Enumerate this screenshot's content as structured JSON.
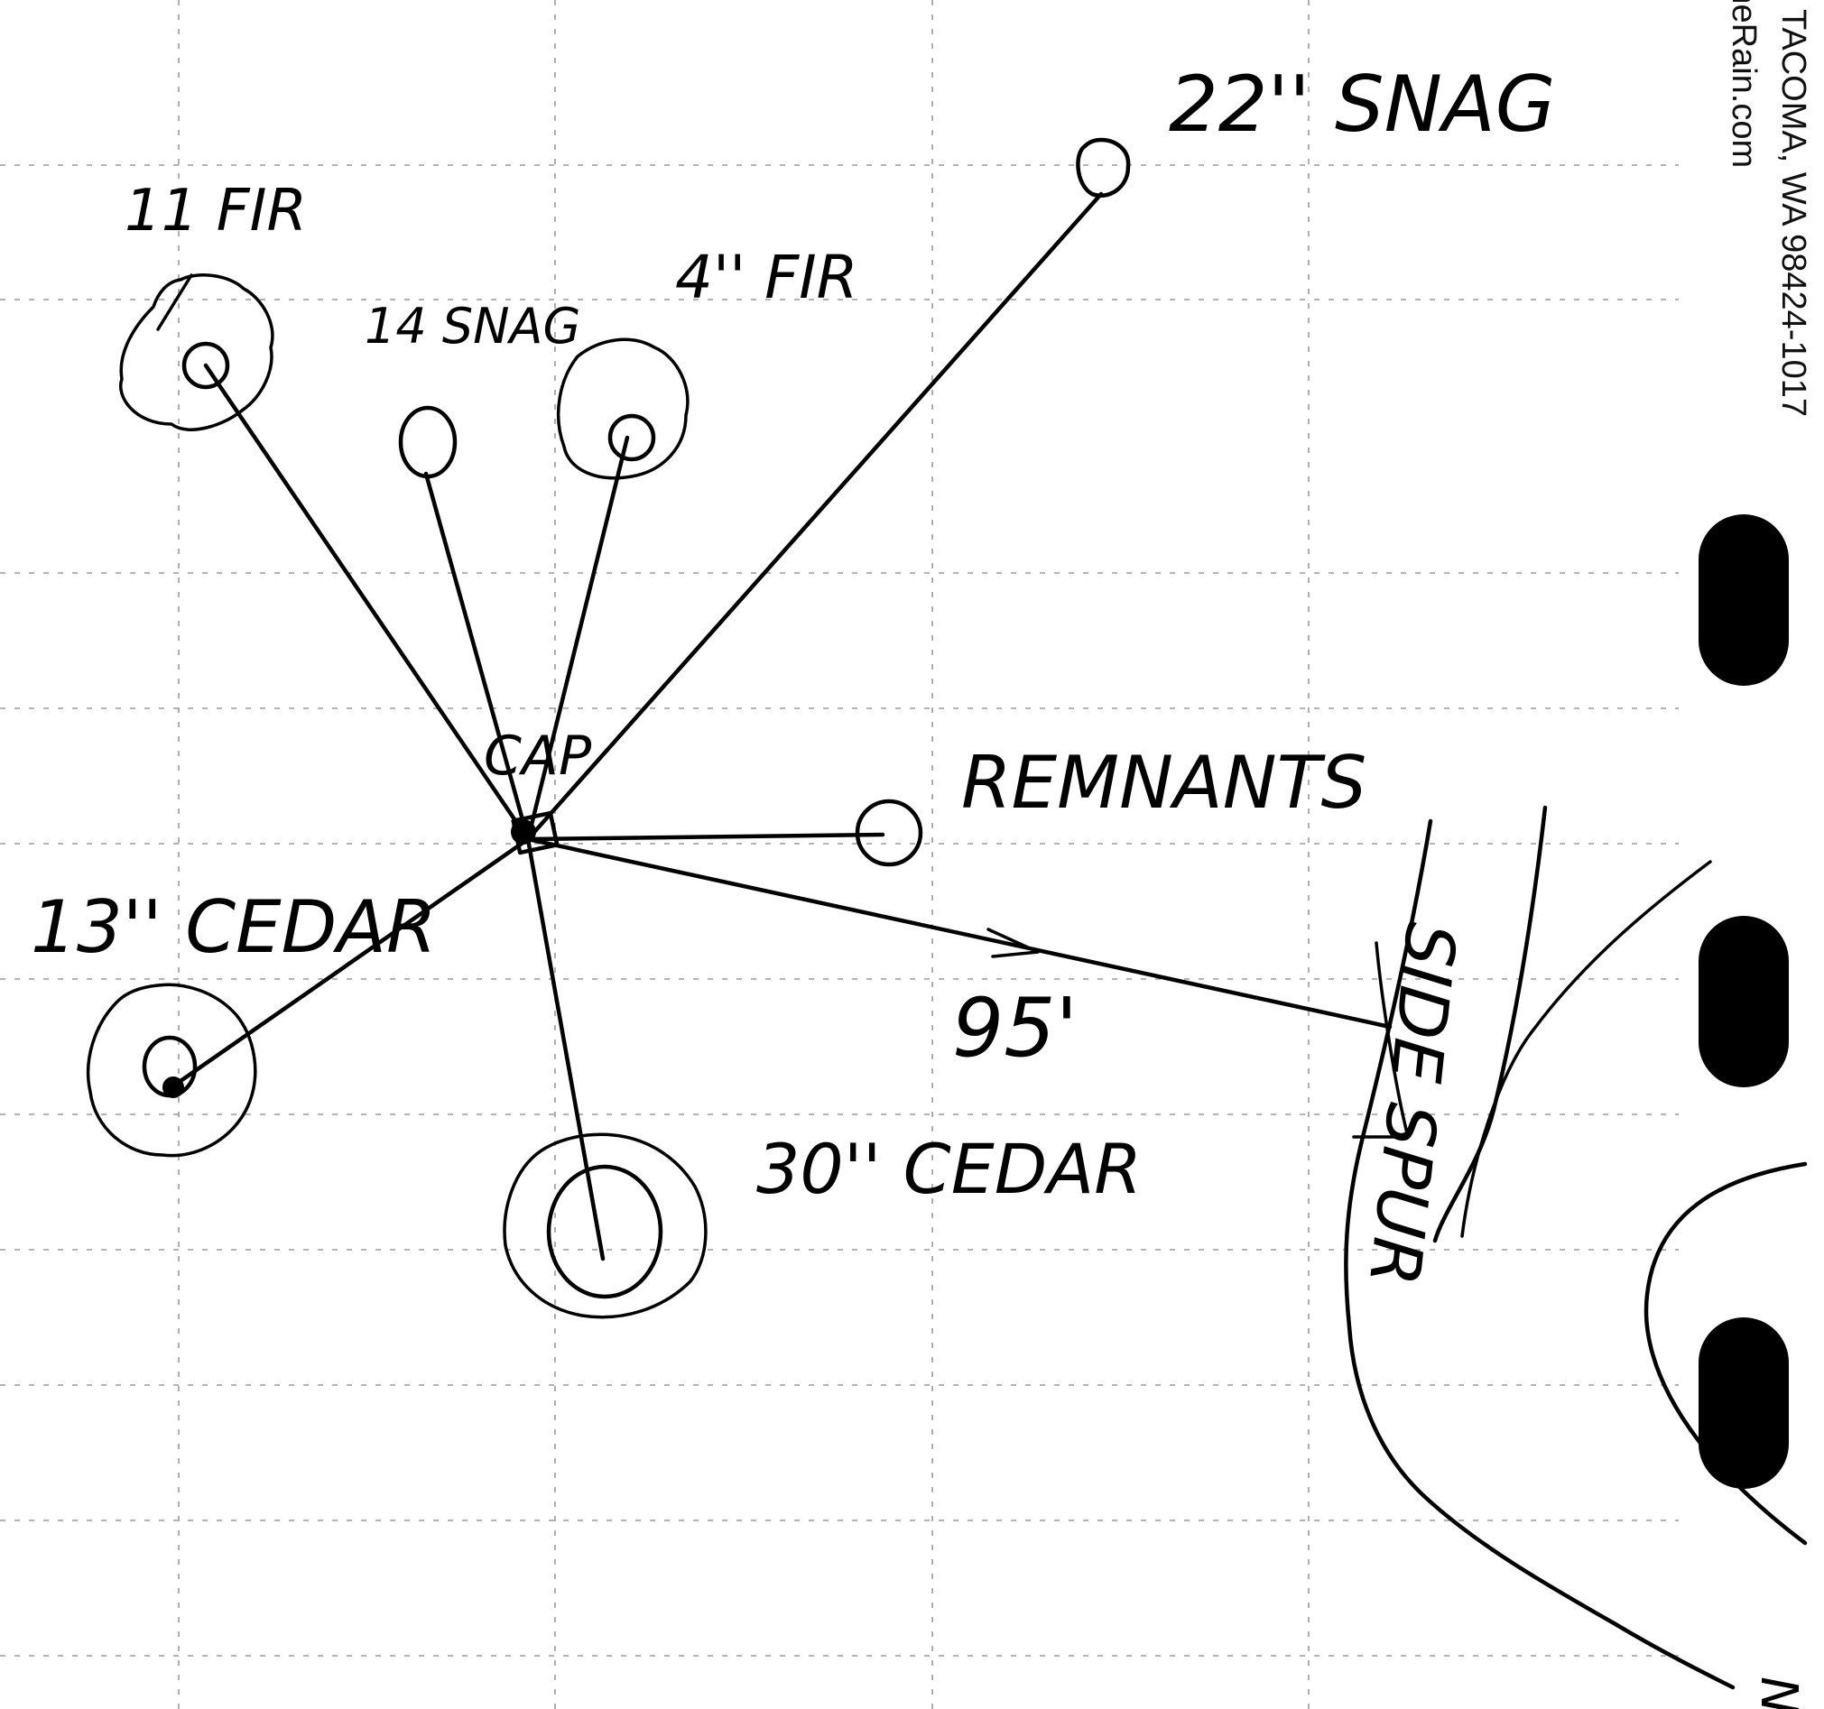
{
  "labels": {
    "fir_11": "11 FIR",
    "snag_14": "14 SNAG",
    "fir_4": "4'' FIR",
    "snag_22": "22'' SNAG",
    "cap": "CAP",
    "remnants": "REMNANTS",
    "cedar_13": "13'' CEDAR",
    "cedar_30": "30'' CEDAR",
    "distance": "95'",
    "side_spur": "SIDE SPUR",
    "north_arrow": "N"
  },
  "imprint": {
    "address": "TACOMA, WA 98424-1017",
    "website": "...ntheRain.com"
  },
  "colors": {
    "ink": "#000000",
    "grid": "#9a9a9a",
    "paper": "#ffffff"
  }
}
